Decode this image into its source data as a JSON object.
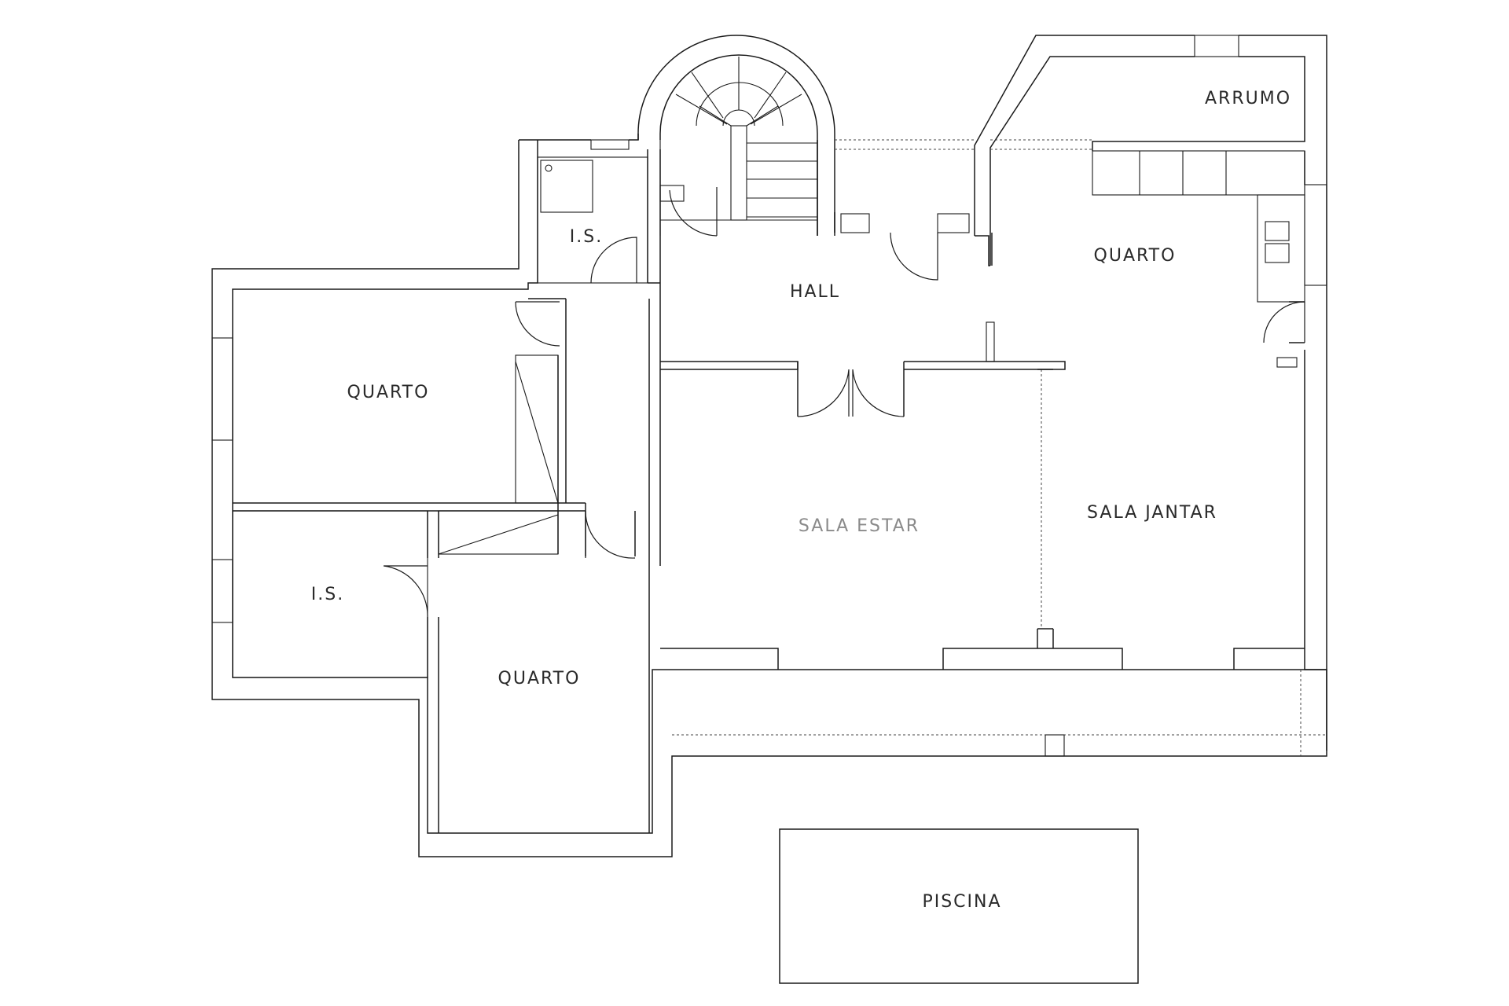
{
  "rooms": {
    "arrumo": "ARRUMO",
    "is_top": "I.S.",
    "hall": "HALL",
    "quarto_right": "QUARTO",
    "quarto_left": "QUARTO",
    "sala_estar": "SALA ESTAR",
    "sala_jantar": "SALA JANTAR",
    "is_bottom": "I.S.",
    "quarto_bottom": "QUARTO",
    "piscina": "PISCINA"
  }
}
